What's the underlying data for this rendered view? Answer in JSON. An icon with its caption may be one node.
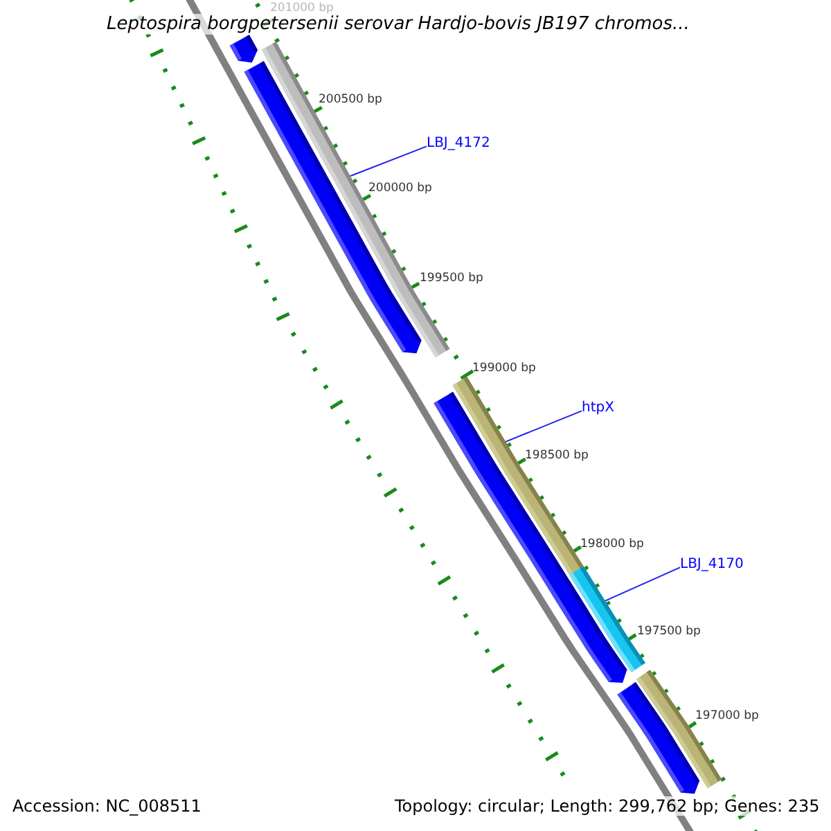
{
  "diagram": {
    "title": "Leptospira borgpetersenii serovar Hardjo-bovis JB197 chromos...",
    "nodes": [
      {
        "text": [],
        "shape": "bar"
      },
      {
        "text": [],
        "shape": "bar"
      },
      {
        "text": [],
        "shape": "bar"
      },
      {
        "text": [
          "LBJ_4172"
        ]
      },
      {
        "text": [],
        "shape": "bar"
      },
      {
        "text": [],
        "shape": "bar"
      },
      {
        "text": [
          "htpX"
        ]
      },
      {
        "text": [],
        "shape": "bar"
      },
      {
        "text": [],
        "shape": "bar"
      },
      {
        "text": [
          "LBJ_4170"
        ]
      },
      {
        "text": [],
        "shape": "bar"
      },
      {
        "text": [],
        "shape": "bar"
      }
    ],
    "edges": [
      {
        "from": 3,
        "to": 1,
        "arrow": "none"
      },
      {
        "from": 6,
        "to": 4,
        "arrow": "none"
      },
      {
        "from": 9,
        "to": 7,
        "arrow": "none"
      }
    ],
    "labels": [
      "201000 bp",
      "200500 bp",
      "200000 bp",
      "199500 bp",
      "199000 bp",
      "198500 bp",
      "198000 bp",
      "197500 bp",
      "197000 bp",
      "Accession: NC_008511",
      "Topology: circular; Length: 299,762 bp; Genes: 235"
    ]
  }
}
